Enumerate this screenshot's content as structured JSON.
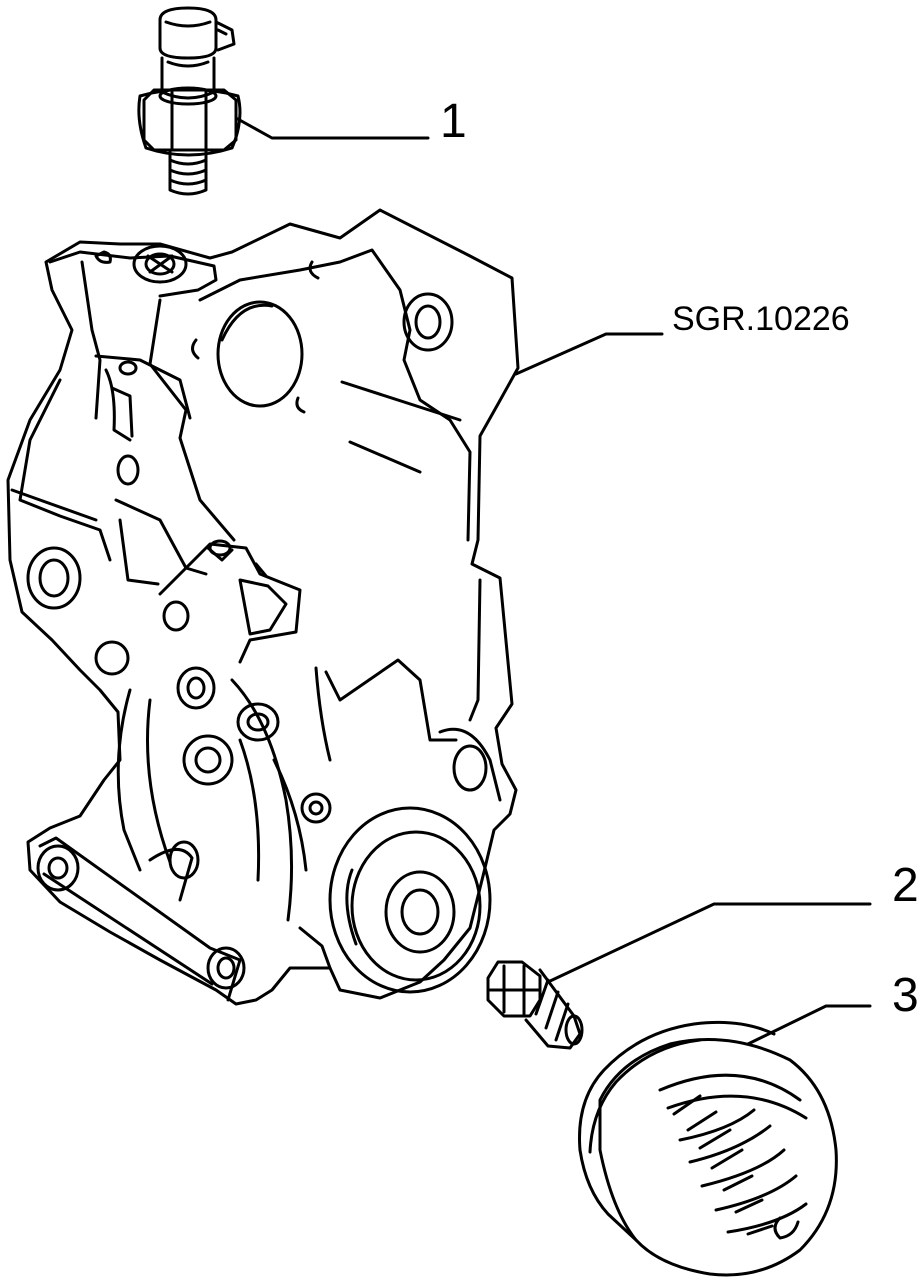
{
  "diagram": {
    "reference_code": "SGR.10226",
    "parts": [
      {
        "number": "1",
        "icon": "oil-pressure-switch-icon"
      },
      {
        "number": "2",
        "icon": "threaded-union-icon"
      },
      {
        "number": "3",
        "icon": "oil-filter-cartridge-icon"
      }
    ],
    "assembly_icon": "oil-pump-housing-icon",
    "colors": {
      "line": "#000000",
      "background": "#ffffff"
    }
  }
}
